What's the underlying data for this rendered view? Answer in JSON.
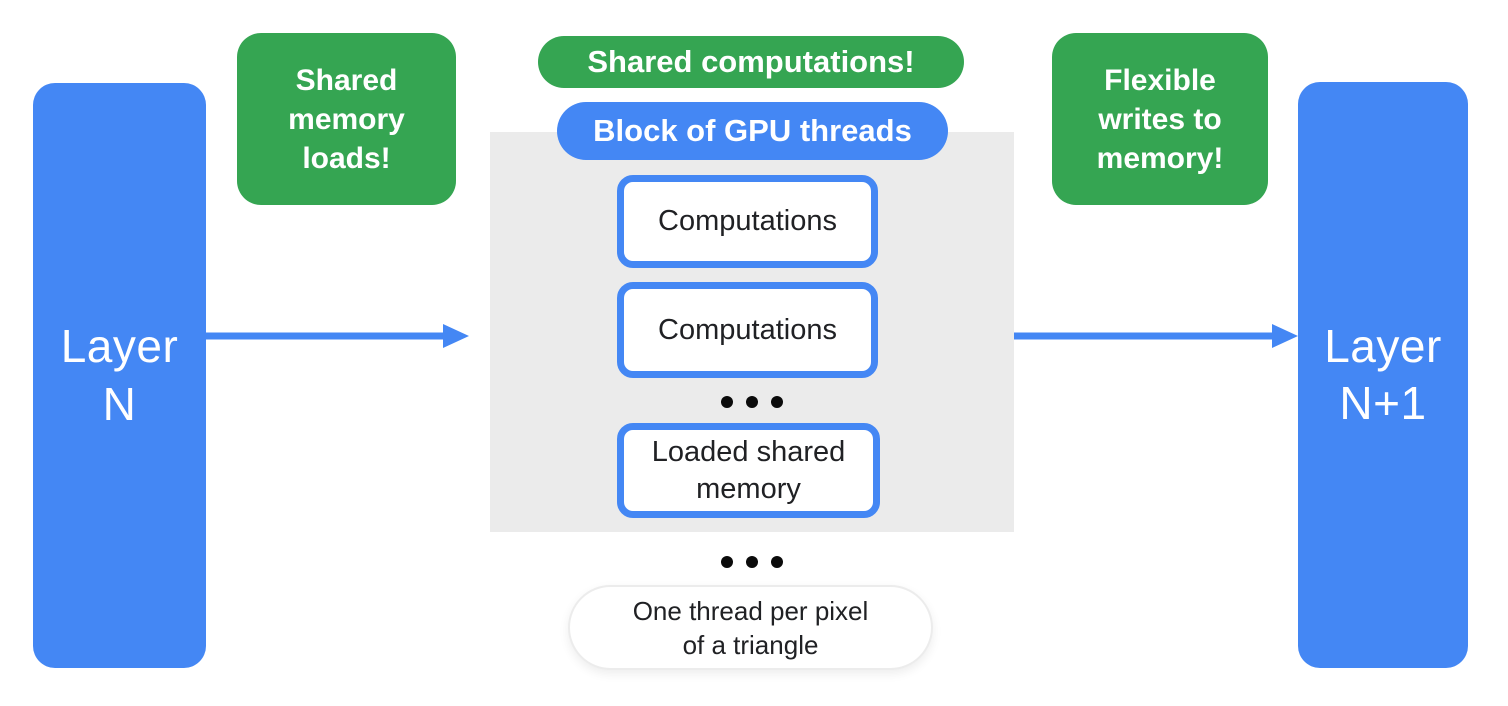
{
  "colors": {
    "layer_blue": "#4487F4",
    "callout_green": "#35A552",
    "block_gray": "#EBEBEB",
    "text_dark": "#202124",
    "text_light": "#FFFFFF",
    "arrow_blue": "#4487F4"
  },
  "diagram": {
    "left_layer": {
      "label": "Layer\nN"
    },
    "right_layer": {
      "label": "Layer\nN+1"
    },
    "callouts": {
      "shared_memory_loads": "Shared\nmemory\nloads!",
      "shared_computations": "Shared computations!",
      "flexible_writes": "Flexible\nwrites to\nmemory!"
    },
    "gpu_block": {
      "title": "Block of GPU threads",
      "threads": [
        "Computations",
        "Computations",
        "Loaded shared memory"
      ]
    },
    "caption": "One thread per pixel\nof a triangle",
    "icons": {
      "ellipsis": "three-dots-horizontal",
      "flow_arrow": "right-arrow"
    }
  }
}
